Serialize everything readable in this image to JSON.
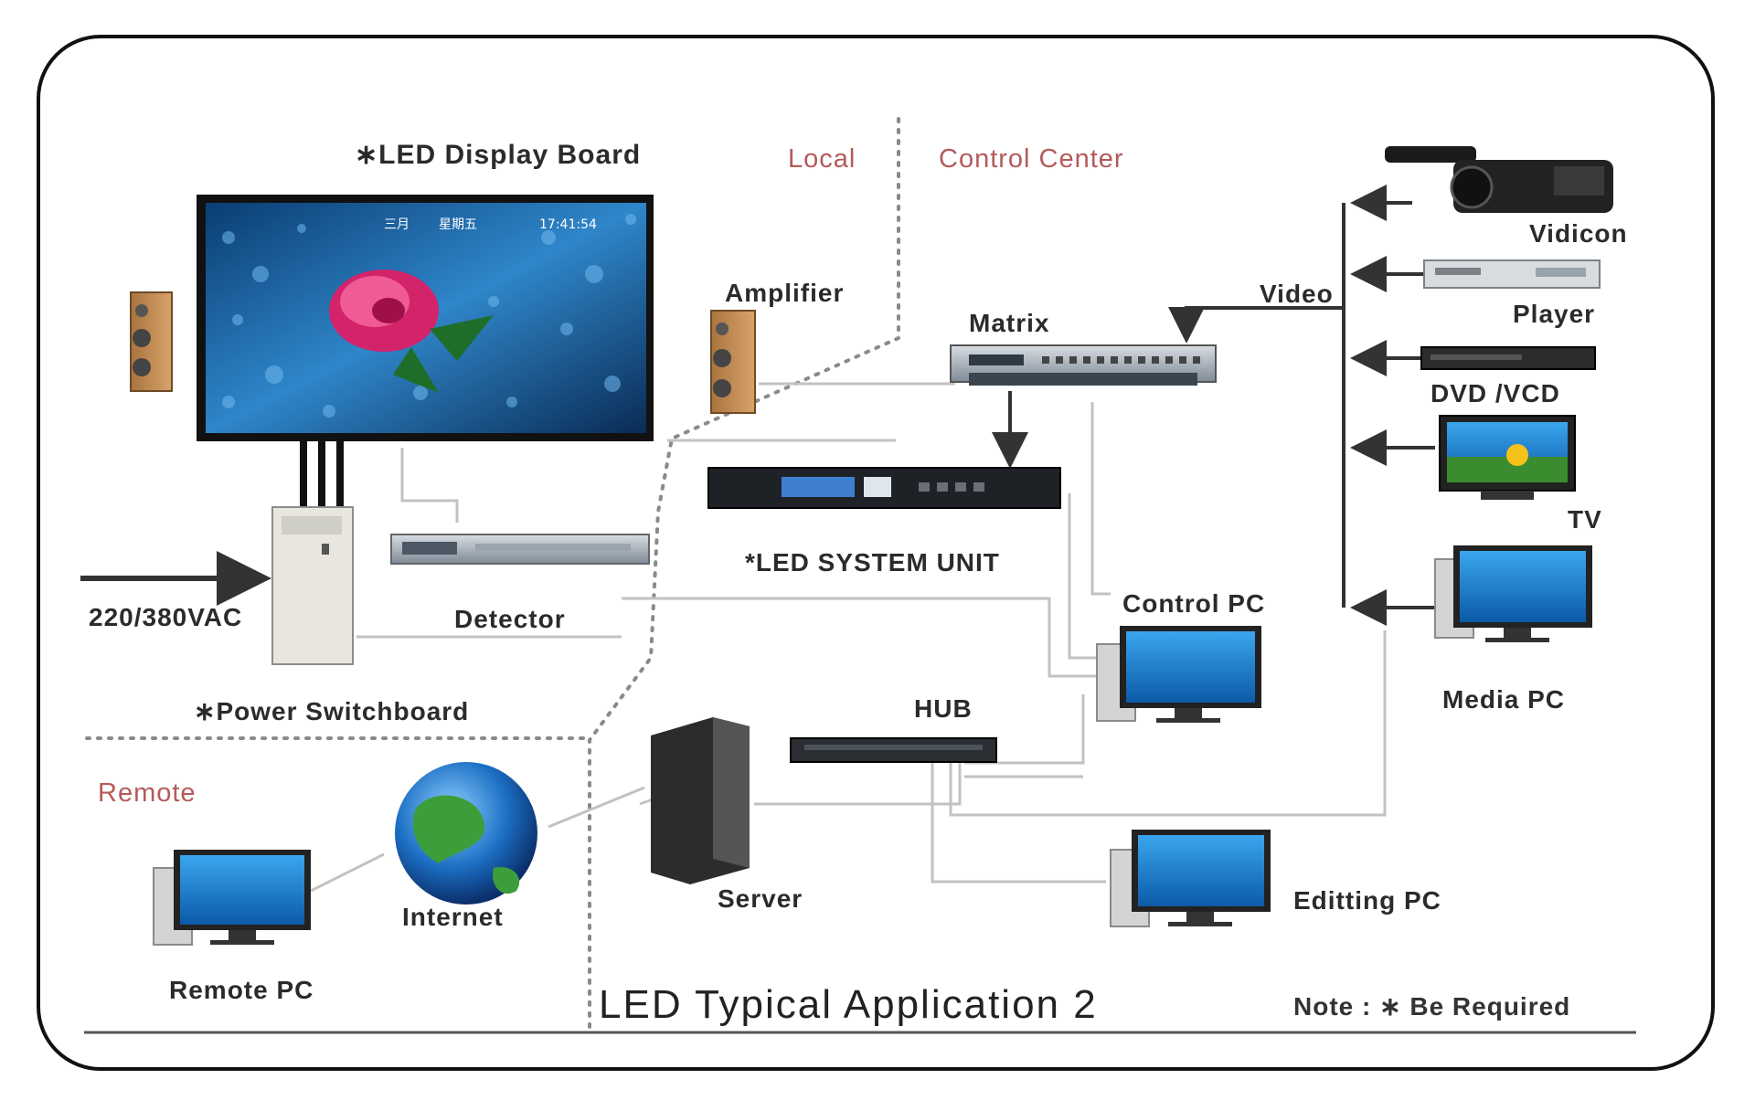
{
  "diagram": {
    "title": "LED Typical Application 2",
    "note": "Note :  ∗ Be Required",
    "zones": {
      "local": "Local",
      "control_center": "Control Center",
      "remote": "Remote"
    },
    "labels": {
      "led_display_board": "∗LED Display Board",
      "amplifier": "Amplifier",
      "matrix": "Matrix",
      "video": "Video",
      "vidicon": "Vidicon",
      "player": "Player",
      "dvd_vcd": "DVD /VCD",
      "tv": "TV",
      "led_system_unit": "*LED SYSTEM UNIT",
      "detector": "Detector",
      "power_input": "220/380VAC",
      "power_switchboard": "∗Power Switchboard",
      "control_pc": "Control PC",
      "media_pc": "Media  PC",
      "hub": "HUB",
      "server": "Server",
      "editing_pc": "Editting PC",
      "internet": "Internet",
      "remote_pc": "Remote PC"
    },
    "screen": {
      "date_text": "三月",
      "weekday_text": "星期五",
      "time_text": "17:41:54"
    },
    "colors": {
      "zone_label": "#b45a5a",
      "frame": "#111111",
      "wire": "#bdbdbd",
      "arrow": "#333333",
      "monitor_blue": "#1f8fd8"
    }
  }
}
